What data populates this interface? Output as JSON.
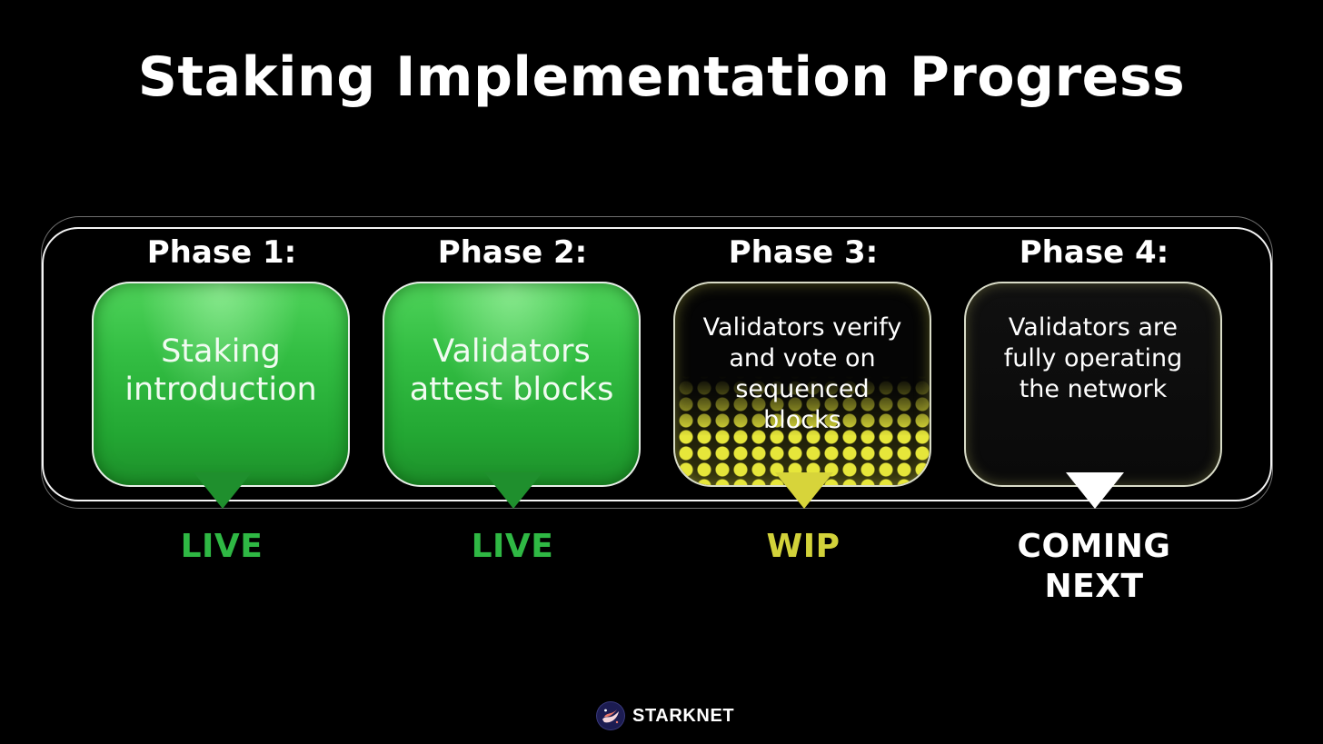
{
  "title": "Staking Implementation Progress",
  "colors": {
    "background": "#000000",
    "live": "#2fb844",
    "wip": "#d2d23a",
    "coming_next": "#ffffff",
    "card_green": "#2db83e",
    "frame": "#f4f4f4"
  },
  "phases": [
    {
      "label": "Phase 1:",
      "description": "Staking introduction",
      "lines": [
        "Staking",
        "introduction"
      ],
      "status": "LIVE",
      "status_lines": [
        "LIVE"
      ],
      "style": "green"
    },
    {
      "label": "Phase 2:",
      "description": "Validators attest blocks",
      "lines": [
        "Validators",
        "attest blocks"
      ],
      "status": "LIVE",
      "status_lines": [
        "LIVE"
      ],
      "style": "green"
    },
    {
      "label": "Phase 3:",
      "description": "Validators verify and vote on sequenced blocks",
      "lines": [
        "Validators verify",
        "and vote on",
        "sequenced",
        "blocks"
      ],
      "status": "WIP",
      "status_lines": [
        "WIP"
      ],
      "style": "yellow"
    },
    {
      "label": "Phase 4:",
      "description": "Validators are fully operating the network",
      "lines": [
        "Validators are",
        "fully operating",
        "the network"
      ],
      "status": "COMING NEXT",
      "status_lines": [
        "COMING",
        "NEXT"
      ],
      "style": "dark"
    }
  ],
  "footer": {
    "logo_icon": "starknet-logo-icon",
    "brand": "STARKNET"
  }
}
